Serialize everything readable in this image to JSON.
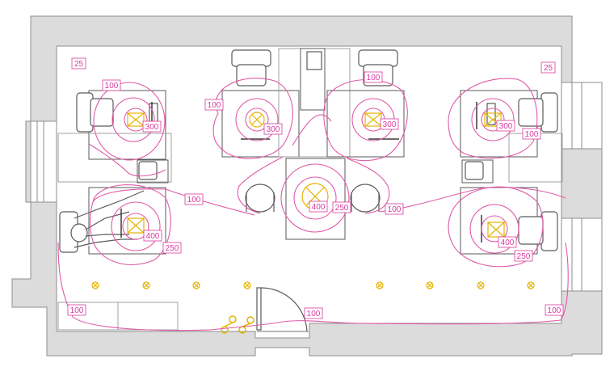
{
  "colors": {
    "wall": "#dcdcdc",
    "wall_stroke": "#8e8e8e",
    "furniture": "#5a5a5a",
    "isoline": "#e05aa8",
    "label": "#d93aa0",
    "lamp": "#e5b400",
    "background": "#ffffff"
  },
  "icons": {
    "lamp": "lamp-symbol",
    "chair": "office-chair",
    "monitor": "monitor",
    "person": "seated-person",
    "plant": "floor-plant"
  },
  "labels": {
    "corner_tl": "25",
    "corner_tr": "25",
    "ws_tl_100": "100",
    "ws_tl_300": "300",
    "ws_tc_100": "100",
    "ws_tc_300": "300",
    "ws_tc2_300": "300",
    "ws_tc2_100": "100",
    "ws_tr_300": "300",
    "ws_tr_100": "100",
    "mid_left_100": "100",
    "center_400": "400",
    "center_250": "250",
    "mid_right_100": "100",
    "ws_bl_400": "400",
    "ws_bl_250": "250",
    "ws_br_400": "400",
    "ws_br_250": "250",
    "bottom_left_100": "100",
    "door_100": "100",
    "bottom_right_100": "100"
  }
}
